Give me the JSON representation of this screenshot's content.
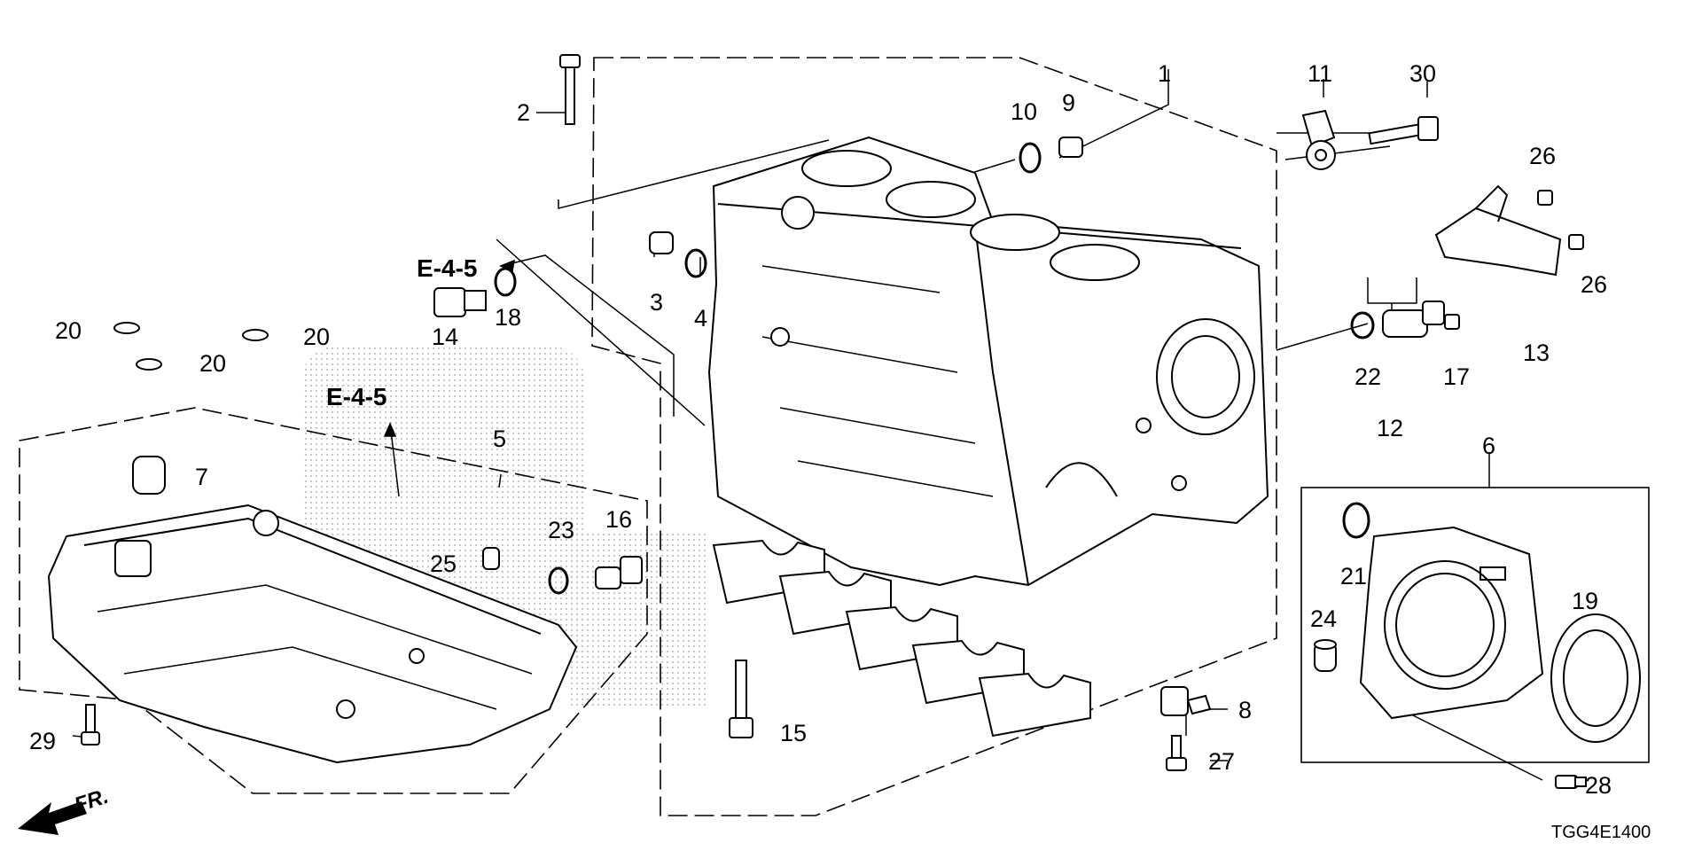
{
  "diagram": {
    "part_numbers": {
      "p1": "1",
      "p2": "2",
      "p3": "3",
      "p4": "4",
      "p5": "5",
      "p6": "6",
      "p7": "7",
      "p8": "8",
      "p9": "9",
      "p10": "10",
      "p11": "11",
      "p12": "12",
      "p13": "13",
      "p14": "14",
      "p15": "15",
      "p16": "16",
      "p17": "17",
      "p18": "18",
      "p19": "19",
      "p20": "20",
      "p21": "21",
      "p22": "22",
      "p23": "23",
      "p24": "24",
      "p25": "25",
      "p26": "26",
      "p27": "27",
      "p28": "28",
      "p29": "29",
      "p30": "30"
    },
    "references": {
      "top": "E-4-5",
      "pan": "E-4-5"
    },
    "direction_label": "FR.",
    "diagram_code": "TGG4E1400"
  }
}
